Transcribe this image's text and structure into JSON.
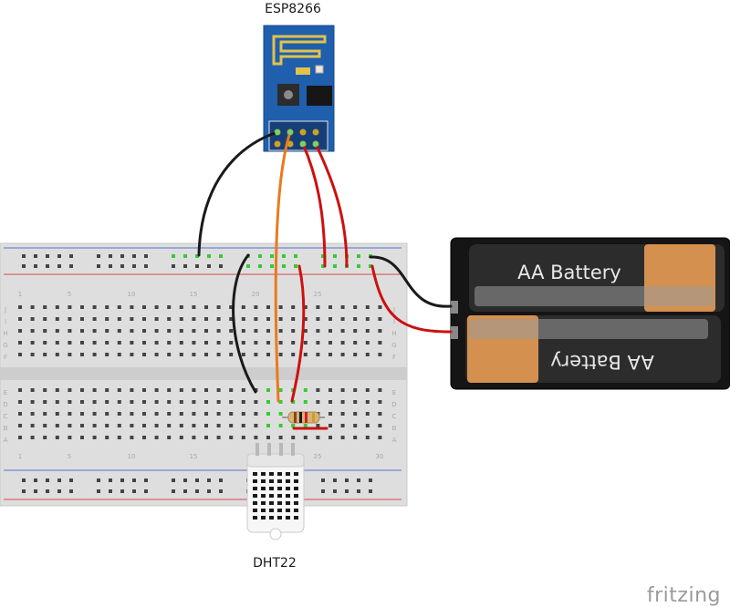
{
  "esp_label": "ESP8266",
  "dht_label": "DHT22",
  "battery": {
    "label_top": "AA Battery",
    "label_bottom": "AA Battery"
  },
  "breadboard": {
    "top_numbers": [
      "1",
      "5",
      "10",
      "15",
      "20",
      "25"
    ],
    "bottom_numbers": [
      "1",
      "5",
      "10",
      "15",
      "20",
      "25",
      "30"
    ],
    "top_rows_left": [
      "J",
      "I",
      "H",
      "G",
      "F"
    ],
    "bottom_rows_left": [
      "E",
      "D",
      "C",
      "B",
      "A"
    ],
    "top_rows_right": [
      "J",
      "I",
      "H",
      "G",
      "F"
    ],
    "bottom_rows_right": [
      "E",
      "D",
      "C",
      "B",
      "A"
    ]
  },
  "watermark": "fritzing",
  "colors": {
    "wire_black": "#1a1a1a",
    "wire_red": "#cc1010",
    "wire_orange": "#e87a1e",
    "pcb_blue": "#1f5fae",
    "highlight_green": "#33cc33"
  }
}
